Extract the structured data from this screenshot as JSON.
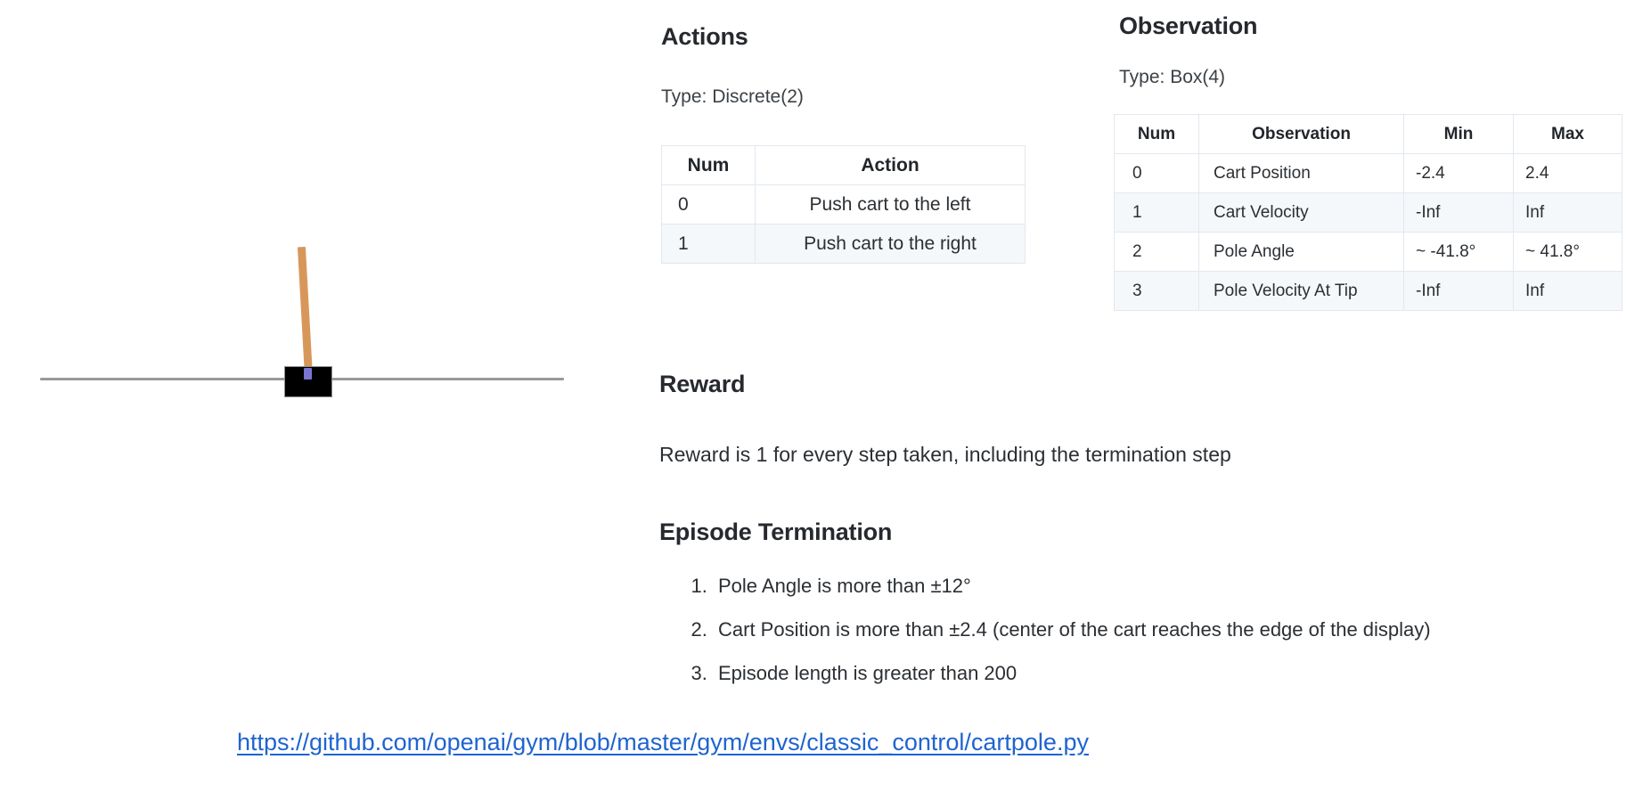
{
  "figure": {
    "name": "cartpole-illustration",
    "cart_color": "#000000",
    "pole_color": "#d8975a",
    "axle_color": "#7b75d0",
    "track_color": "#9a9a9a"
  },
  "actions": {
    "heading": "Actions",
    "type": "Type: Discrete(2)",
    "table": {
      "headers": [
        "Num",
        "Action"
      ],
      "rows": [
        {
          "num": "0",
          "action": "Push cart to the left"
        },
        {
          "num": "1",
          "action": "Push cart to the right"
        }
      ]
    }
  },
  "observation": {
    "heading": "Observation",
    "type": "Type: Box(4)",
    "table": {
      "headers": [
        "Num",
        "Observation",
        "Min",
        "Max"
      ],
      "rows": [
        {
          "num": "0",
          "observation": "Cart Position",
          "min": "-2.4",
          "max": "2.4"
        },
        {
          "num": "1",
          "observation": "Cart Velocity",
          "min": "-Inf",
          "max": "Inf"
        },
        {
          "num": "2",
          "observation": "Pole Angle",
          "min": "~ -41.8°",
          "max": "~ 41.8°"
        },
        {
          "num": "3",
          "observation": "Pole Velocity At Tip",
          "min": "-Inf",
          "max": "Inf"
        }
      ]
    }
  },
  "reward": {
    "heading": "Reward",
    "text": "Reward is 1 for every step taken, including the termination step"
  },
  "termination": {
    "heading": "Episode Termination",
    "items": [
      "Pole Angle is more than ±12°",
      "Cart Position is more than ±2.4 (center of the cart reaches the edge of the display)",
      "Episode length is greater than 200"
    ]
  },
  "link": {
    "text": "https://github.com/openai/gym/blob/master/gym/envs/classic_control/cartpole.py",
    "color": "#1f64d0"
  }
}
